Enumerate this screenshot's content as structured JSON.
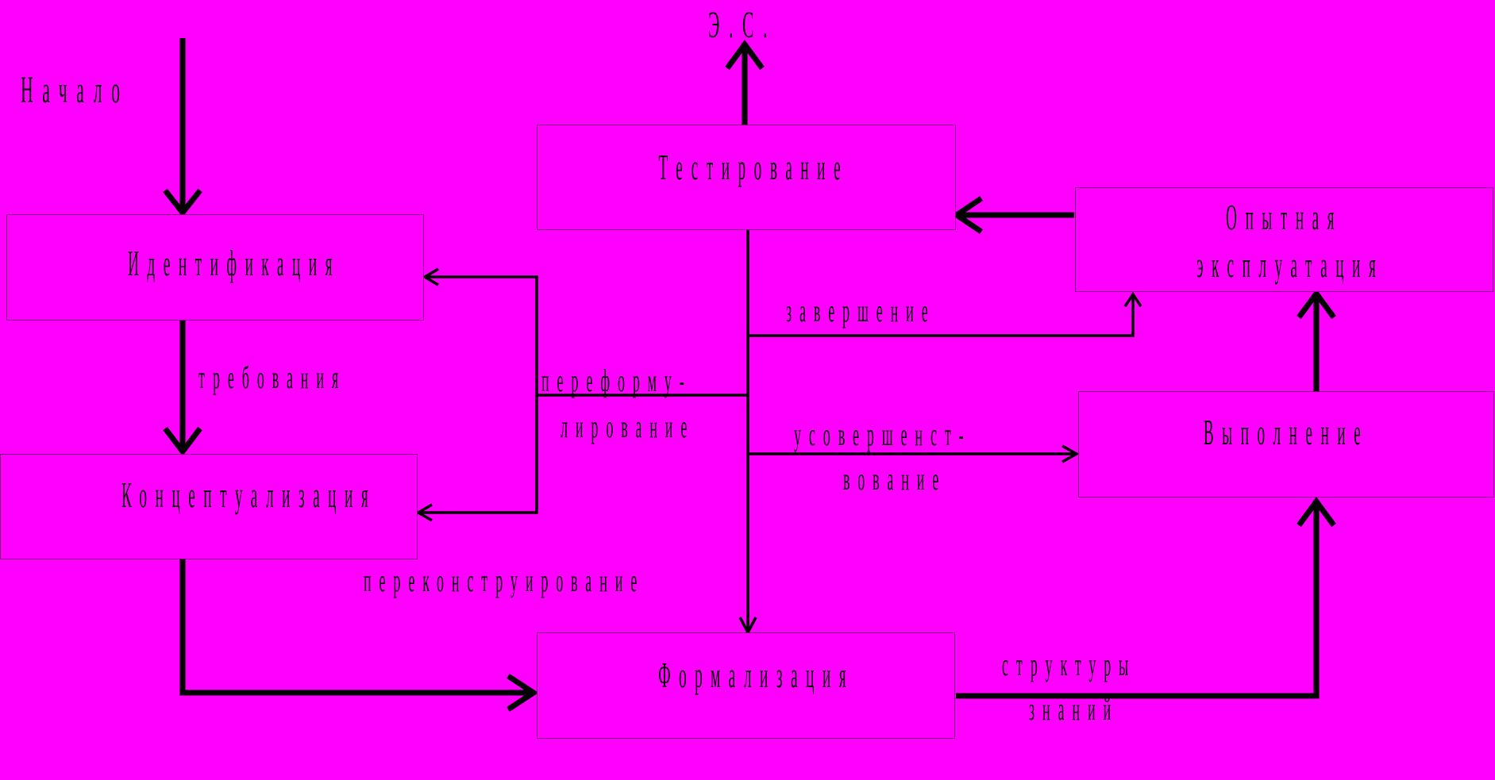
{
  "colors": {
    "background": "#ff00ff",
    "box_border": "#7a0077",
    "arrow": "#000000",
    "text": "#000000"
  },
  "start_label": "Начало",
  "end_label": "Э.С.",
  "boxes": {
    "identification": "Идентификация",
    "conceptualization": "Концептуализация",
    "formalization": "Формализация",
    "testing": "Тестирование",
    "pilot_line1": "Опытная",
    "pilot_line2": "эксплуатация",
    "execution": "Выполнение"
  },
  "edge_labels": {
    "requirements": "требования",
    "reformulation_line1": "переформу-",
    "reformulation_line2": "лирование",
    "reconstruction": "переконструирование",
    "completion": "завершение",
    "improvement_line1": "усовершенст-",
    "improvement_line2": "вование",
    "knowledge_line1": "структуры",
    "knowledge_line2": "знаний"
  }
}
